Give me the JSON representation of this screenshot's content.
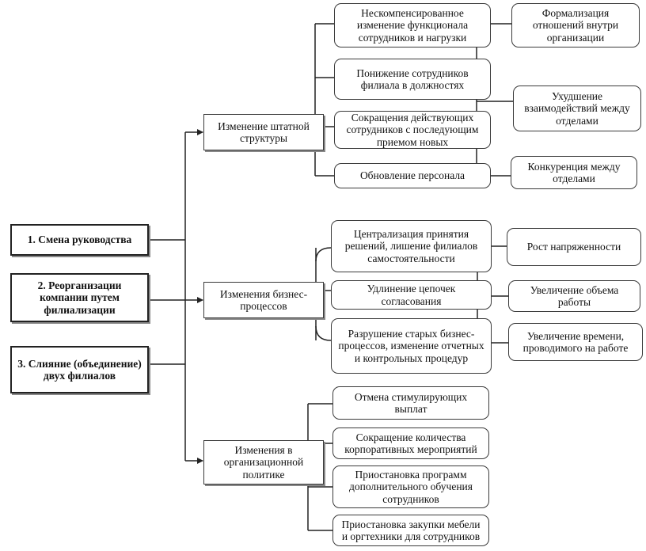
{
  "left": {
    "smena": "1. Смена руководства",
    "reorg": "2. Реорганизации компании путем филиализации",
    "sliyanie": "3. Слияние (объединение) двух филиалов"
  },
  "middle": {
    "shtat": "Изменение штатной структуры",
    "biznes": "Изменения бизнес-процессов",
    "politika": "Изменения в организационной политике"
  },
  "shtat_items": {
    "i1": "Нескомпенсированное изменение функционала сотрудников и нагрузки",
    "i2": "Понижение сотрудников филиала в должностях",
    "i3": "Сокращения действующих сотрудников с последующим приемом новых",
    "i4": "Обновление персонала"
  },
  "shtat_effects": {
    "e1": "Формализация отношений внутри организации",
    "e2": "Ухудшение взаимодействий между отделами",
    "e3": "Конкуренция между отделами"
  },
  "biznes_items": {
    "i1": "Централизация принятия решений, лишение филиалов самостоятельности",
    "i2": "Удлинение цепочек согласования",
    "i3": "Разрушение старых бизнес-процессов, изменение отчетных и контрольных процедур"
  },
  "biznes_effects": {
    "e1": "Рост напряженности",
    "e2": "Увеличение объема работы",
    "e3": "Увеличение времени, проводимого на работе"
  },
  "politika_items": {
    "i1": "Отмена стимулирующих выплат",
    "i2": "Сокращение количества корпоративных мероприятий",
    "i3": "Приостановка программ дополнительного обучения сотрудников",
    "i4": "Приостановка закупки мебели и оргтехники для сотрудников"
  }
}
